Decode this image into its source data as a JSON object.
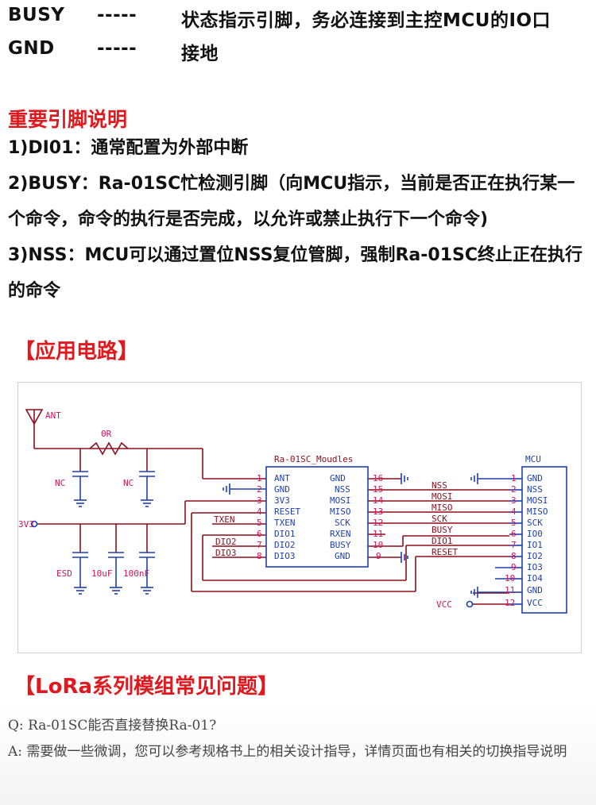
{
  "pins": [
    {
      "name": "BUSY",
      "dash": "-----",
      "desc": "状态指示引脚，务必连接到主控MCU的IO口"
    },
    {
      "name": "GND",
      "dash": "-----",
      "desc": "接地"
    }
  ],
  "pin_section": {
    "title": "重要引脚说明",
    "lines": [
      "1)DI01：通常配置为外部中断",
      "2)BUSY：Ra-01SC忙检测引脚（向MCU指示，当前是否正在执行某一个命令，命令的执行是否完成，以允许或禁止执行下一个命令)",
      "3)NSS：MCU可以通过置位NSS复位管脚，强制Ra-01SC终止正在执行的命令"
    ]
  },
  "app_circuit": {
    "title": "【应用电路】",
    "schematic": {
      "ant": "ANT",
      "r0": "0R",
      "nc1": "NC",
      "nc2": "NC",
      "v3": "3V3",
      "esd": "ESD",
      "cap1": "10uF",
      "cap2": "100nF",
      "module_title": "Ra-01SC_Moudles",
      "mcu_title": "MCU",
      "vcc": "VCC",
      "module_left": [
        {
          "num": "1",
          "label": "ANT"
        },
        {
          "num": "2",
          "label": "GND"
        },
        {
          "num": "3",
          "label": "3V3"
        },
        {
          "num": "4",
          "label": "RESET"
        },
        {
          "num": "5",
          "label": "TXEN"
        },
        {
          "num": "6",
          "label": "DIO1"
        },
        {
          "num": "7",
          "label": "DIO2"
        },
        {
          "num": "8",
          "label": "DIO3"
        }
      ],
      "module_right": [
        {
          "num": "16",
          "label": "GND"
        },
        {
          "num": "15",
          "label": "NSS"
        },
        {
          "num": "14",
          "label": "MOSI"
        },
        {
          "num": "13",
          "label": "MISO"
        },
        {
          "num": "12",
          "label": "SCK"
        },
        {
          "num": "11",
          "label": "RXEN"
        },
        {
          "num": "10",
          "label": "BUSY"
        },
        {
          "num": "9",
          "label": "GND"
        }
      ],
      "mcu_pins": [
        {
          "num": "1",
          "label": "GND"
        },
        {
          "num": "2",
          "label": "NSS"
        },
        {
          "num": "3",
          "label": "MOSI"
        },
        {
          "num": "4",
          "label": "MISO"
        },
        {
          "num": "5",
          "label": "SCK"
        },
        {
          "num": "6",
          "label": "IO0"
        },
        {
          "num": "7",
          "label": "IO1"
        },
        {
          "num": "8",
          "label": "IO2"
        },
        {
          "num": "9",
          "label": "IO3"
        },
        {
          "num": "10",
          "label": "IO4"
        },
        {
          "num": "11",
          "label": "GND"
        },
        {
          "num": "12",
          "label": "VCC"
        }
      ],
      "left_nets": [
        "TXEN",
        "DIO2",
        "DIO3"
      ],
      "right_nets": [
        "NSS",
        "MOSI",
        "MISO",
        "SCK",
        "BUSY",
        "DIO1",
        "RESET"
      ]
    }
  },
  "faq_section": {
    "title": "【LoRa系列模组常见问题】",
    "q": "Q: Ra-01SC能否直接替换Ra-01?",
    "a": "A: 需要做一些微调，您可以参考规格书上的相关设计指导，详情页面也有相关的切换指导说明"
  },
  "colors": {
    "accent": "#e0191e",
    "schematic_line": "#8b0f1a",
    "schematic_pink": "#d4145a",
    "schematic_blue": "#1f3fb0"
  }
}
